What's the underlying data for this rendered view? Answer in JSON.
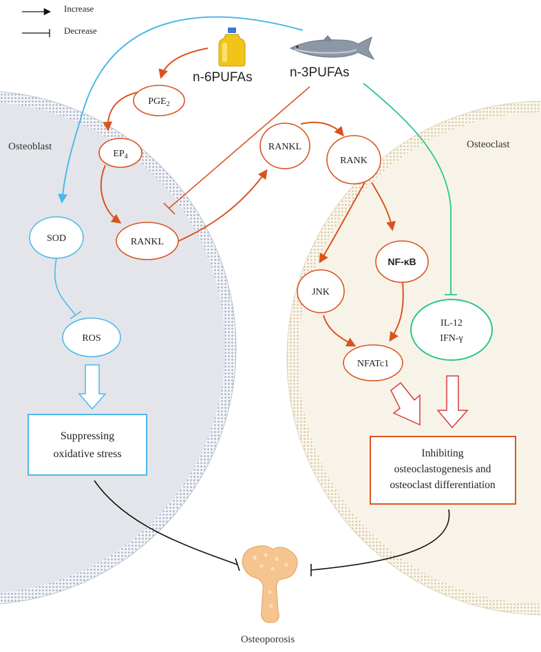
{
  "legend": {
    "increase": "Increase",
    "decrease": "Decrease"
  },
  "cells": {
    "left": "Osteoblast",
    "right": "Osteoclast"
  },
  "sources": {
    "n6": "n-6PUFAs",
    "n3": "n-3PUFAs"
  },
  "nodes": {
    "pge2_main": "PGE",
    "pge2_sub": "2",
    "ep4_main": "EP",
    "ep4_sub": "4",
    "rankl_osteoblast": "RANKL",
    "rankl_free": "RANKL",
    "rank": "RANK",
    "sod": "SOD",
    "ros": "ROS",
    "jnk": "JNK",
    "nfkb": "NF-κB",
    "nfatc1": "NFATc1",
    "il12": "IL-12",
    "ifng": "IFN-γ"
  },
  "outcomes": {
    "oxidative_line1": "Suppressing",
    "oxidative_line2": "oxidative stress",
    "osteoclast_line1": "Inhibiting",
    "osteoclast_line2": "osteoclastogenesis and",
    "osteoclast_line3": "osteoclast differentiation",
    "disease": "Osteoporosis"
  },
  "colors": {
    "orange": "#d9531e",
    "blue": "#4db8ea",
    "green": "#27c68a",
    "red_outline": "#d43c3c",
    "osteoblast_fill": "#e3e5ea",
    "osteoclast_fill": "#f8f3e8",
    "membrane_blue": "#a9b4c6",
    "membrane_tan": "#d9cba8"
  },
  "icons": [
    "oil-bottle-icon",
    "fish-icon",
    "bone-icon"
  ]
}
